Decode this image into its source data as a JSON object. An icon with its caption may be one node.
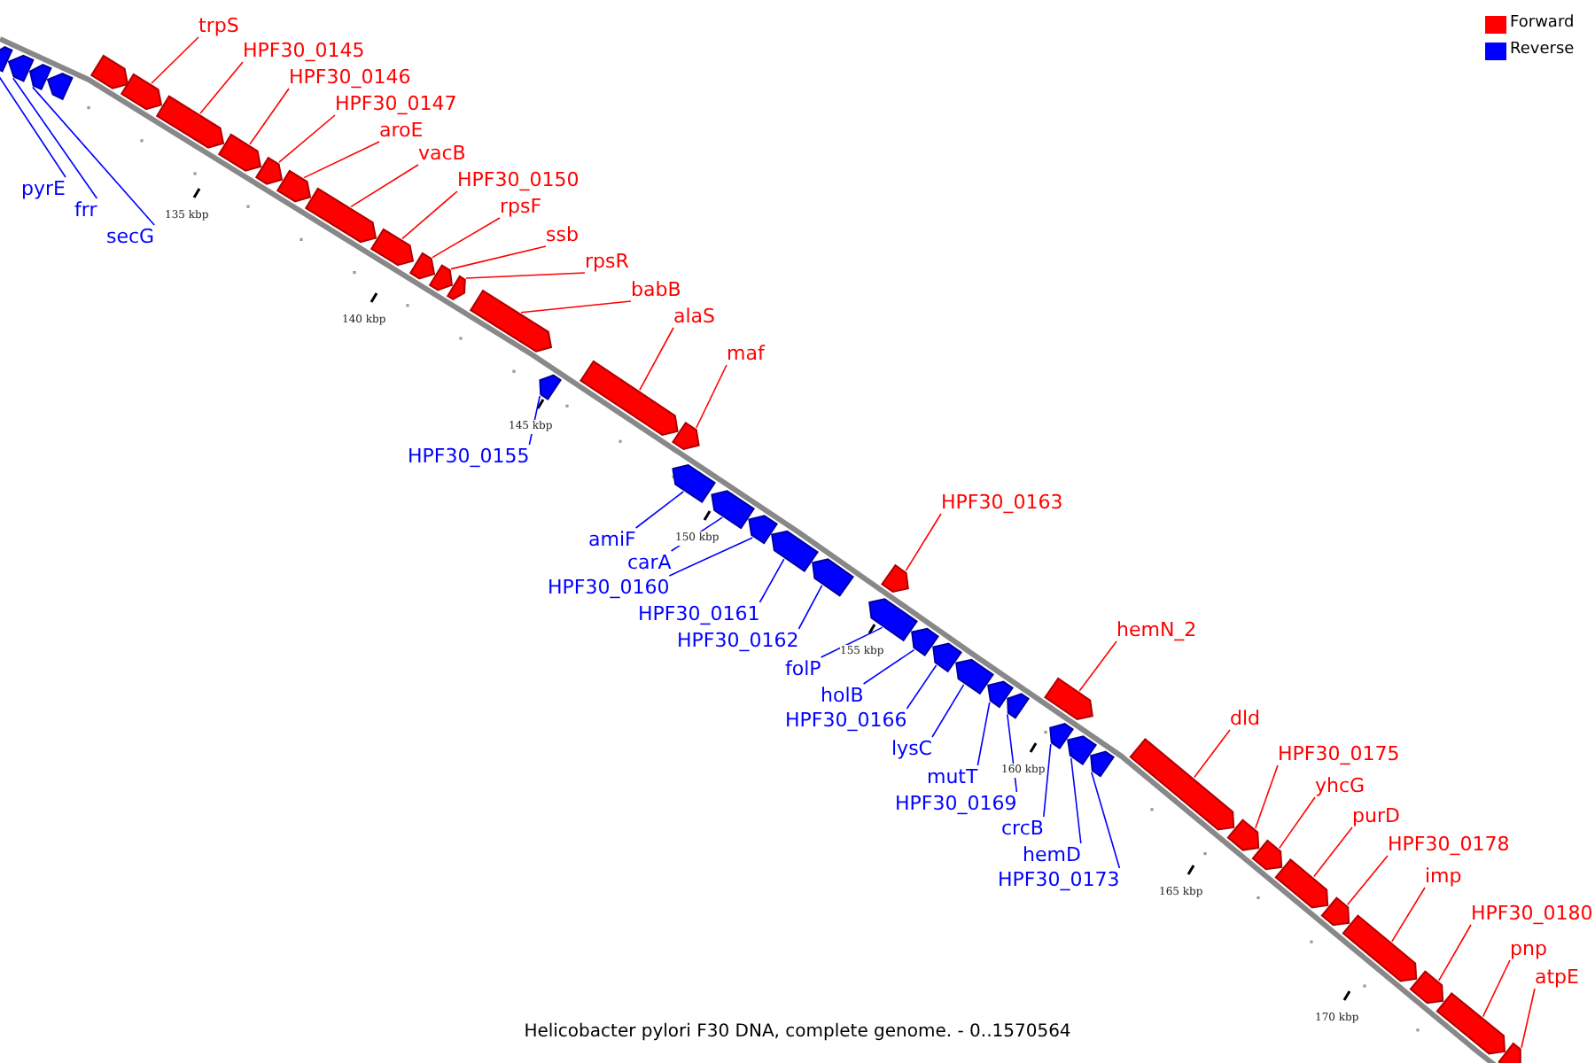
{
  "diagram": {
    "caption": "Helicobacter pylori F30 DNA, complete genome. - 0..1570564",
    "nodes": [
      {
        "text": [
          "pyrE"
        ]
      },
      {
        "text": [],
        "shape": "bar"
      },
      {
        "text": [
          "frr"
        ]
      },
      {
        "text": [],
        "shape": "bar"
      },
      {
        "text": [
          "secG"
        ]
      },
      {
        "text": [],
        "shape": "bar"
      },
      {
        "text": [],
        "shape": "bar"
      },
      {
        "text": [],
        "shape": "bar"
      },
      {
        "text": [
          "trpS"
        ]
      },
      {
        "text": [],
        "shape": "bar"
      },
      {
        "text": [
          "HPF30_0145"
        ]
      },
      {
        "text": [],
        "shape": "bar"
      },
      {
        "text": [
          "HPF30_0146"
        ]
      },
      {
        "text": [],
        "shape": "bar"
      },
      {
        "text": [
          "HPF30_0147"
        ]
      },
      {
        "text": [],
        "shape": "bar"
      },
      {
        "text": [
          "aroE"
        ]
      },
      {
        "text": [],
        "shape": "bar"
      },
      {
        "text": [
          "vacB"
        ]
      },
      {
        "text": [],
        "shape": "bar"
      },
      {
        "text": [
          "HPF30_0150"
        ]
      },
      {
        "text": [],
        "shape": "bar"
      },
      {
        "text": [
          "rpsF"
        ]
      },
      {
        "text": [],
        "shape": "bar"
      },
      {
        "text": [
          "ssb"
        ]
      },
      {
        "text": [],
        "shape": "bar"
      },
      {
        "text": [
          "rpsR"
        ]
      },
      {
        "text": [],
        "shape": "bar"
      },
      {
        "text": [
          "babB"
        ]
      },
      {
        "text": [],
        "shape": "bar"
      },
      {
        "text": [
          "alaS"
        ]
      },
      {
        "text": [],
        "shape": "bar"
      },
      {
        "text": [
          "maf"
        ]
      },
      {
        "text": [],
        "shape": "bar"
      },
      {
        "text": [
          "HPF30_0155"
        ]
      },
      {
        "text": [],
        "shape": "bar"
      },
      {
        "text": [
          "amiF"
        ]
      },
      {
        "text": [],
        "shape": "bar"
      },
      {
        "text": [
          "carA"
        ]
      },
      {
        "text": [],
        "shape": "bar"
      },
      {
        "text": [
          "HPF30_0160"
        ]
      },
      {
        "text": [],
        "shape": "bar"
      },
      {
        "text": [
          "HPF30_0161"
        ]
      },
      {
        "text": [],
        "shape": "bar"
      },
      {
        "text": [
          "HPF30_0162"
        ]
      },
      {
        "text": [],
        "shape": "bar"
      },
      {
        "text": [
          "HPF30_0163"
        ]
      },
      {
        "text": [],
        "shape": "bar"
      },
      {
        "text": [
          "folP"
        ]
      },
      {
        "text": [],
        "shape": "bar"
      },
      {
        "text": [
          "holB"
        ]
      },
      {
        "text": [],
        "shape": "bar"
      },
      {
        "text": [
          "HPF30_0166"
        ]
      },
      {
        "text": [],
        "shape": "bar"
      },
      {
        "text": [
          "lysC"
        ]
      },
      {
        "text": [],
        "shape": "bar"
      },
      {
        "text": [
          "mutT"
        ]
      },
      {
        "text": [],
        "shape": "bar"
      },
      {
        "text": [
          "HPF30_0169"
        ]
      },
      {
        "text": [],
        "shape": "bar"
      },
      {
        "text": [
          "hemN_2"
        ]
      },
      {
        "text": [],
        "shape": "bar"
      },
      {
        "text": [
          "crcB"
        ]
      },
      {
        "text": [],
        "shape": "bar"
      },
      {
        "text": [
          "hemD"
        ]
      },
      {
        "text": [],
        "shape": "bar"
      },
      {
        "text": [
          "HPF30_0173"
        ]
      },
      {
        "text": [],
        "shape": "bar"
      },
      {
        "text": [
          "dld"
        ]
      },
      {
        "text": [],
        "shape": "bar"
      },
      {
        "text": [
          "HPF30_0175"
        ]
      },
      {
        "text": [],
        "shape": "bar"
      },
      {
        "text": [
          "yhcG"
        ]
      },
      {
        "text": [],
        "shape": "bar"
      },
      {
        "text": [
          "purD"
        ]
      },
      {
        "text": [],
        "shape": "bar"
      },
      {
        "text": [
          "HPF30_0178"
        ]
      },
      {
        "text": [],
        "shape": "bar"
      },
      {
        "text": [
          "imp"
        ]
      },
      {
        "text": [],
        "shape": "bar"
      },
      {
        "text": [
          "HPF30_0180"
        ]
      },
      {
        "text": [],
        "shape": "bar"
      },
      {
        "text": [
          "pnp"
        ]
      },
      {
        "text": [],
        "shape": "bar"
      },
      {
        "text": [
          "atpE"
        ]
      },
      {
        "text": [],
        "shape": "bar"
      }
    ],
    "edges": [
      {
        "from": 0,
        "to": 1,
        "arrow": "none",
        "color": "#0000ff"
      },
      {
        "from": 2,
        "to": 3,
        "arrow": "none",
        "color": "#0000ff"
      },
      {
        "from": 4,
        "to": 5,
        "arrow": "none",
        "color": "#0000ff"
      },
      {
        "from": 8,
        "to": 9,
        "arrow": "none"
      },
      {
        "from": 10,
        "to": 11,
        "arrow": "none"
      },
      {
        "from": 12,
        "to": 13,
        "arrow": "none"
      },
      {
        "from": 14,
        "to": 15,
        "arrow": "none"
      },
      {
        "from": 16,
        "to": 17,
        "arrow": "none"
      },
      {
        "from": 18,
        "to": 19,
        "arrow": "none"
      },
      {
        "from": 20,
        "to": 21,
        "arrow": "none"
      },
      {
        "from": 22,
        "to": 23,
        "arrow": "none"
      },
      {
        "from": 24,
        "to": 25,
        "arrow": "none"
      },
      {
        "from": 26,
        "to": 27,
        "arrow": "none"
      },
      {
        "from": 28,
        "to": 29,
        "arrow": "none"
      },
      {
        "from": 30,
        "to": 31,
        "arrow": "none"
      },
      {
        "from": 32,
        "to": 33,
        "arrow": "none"
      },
      {
        "from": 34,
        "to": 35,
        "arrow": "none",
        "color": "#0000ff"
      },
      {
        "from": 36,
        "to": 37,
        "arrow": "none",
        "color": "#0000ff"
      },
      {
        "from": 38,
        "to": 39,
        "arrow": "none",
        "color": "#0000ff"
      },
      {
        "from": 40,
        "to": 41,
        "arrow": "none",
        "color": "#0000ff"
      },
      {
        "from": 42,
        "to": 43,
        "arrow": "none",
        "color": "#0000ff"
      },
      {
        "from": 44,
        "to": 45,
        "arrow": "none",
        "color": "#0000ff"
      },
      {
        "from": 46,
        "to": 47,
        "arrow": "none"
      },
      {
        "from": 48,
        "to": 49,
        "arrow": "none",
        "color": "#0000ff"
      },
      {
        "from": 50,
        "to": 51,
        "arrow": "none",
        "color": "#0000ff"
      },
      {
        "from": 52,
        "to": 53,
        "arrow": "none",
        "color": "#0000ff"
      },
      {
        "from": 54,
        "to": 55,
        "arrow": "none",
        "color": "#0000ff"
      },
      {
        "from": 56,
        "to": 57,
        "arrow": "none",
        "color": "#0000ff"
      },
      {
        "from": 58,
        "to": 59,
        "arrow": "none",
        "color": "#0000ff"
      },
      {
        "from": 60,
        "to": 61,
        "arrow": "none"
      },
      {
        "from": 62,
        "to": 63,
        "arrow": "none",
        "color": "#0000ff"
      },
      {
        "from": 64,
        "to": 65,
        "arrow": "none",
        "color": "#0000ff"
      },
      {
        "from": 66,
        "to": 67,
        "arrow": "none",
        "color": "#0000ff"
      },
      {
        "from": 68,
        "to": 69,
        "arrow": "none"
      },
      {
        "from": 70,
        "to": 71,
        "arrow": "none"
      },
      {
        "from": 72,
        "to": 73,
        "arrow": "none"
      },
      {
        "from": 74,
        "to": 75,
        "arrow": "none"
      },
      {
        "from": 76,
        "to": 77,
        "arrow": "none"
      },
      {
        "from": 78,
        "to": 79,
        "arrow": "none"
      },
      {
        "from": 80,
        "to": 81,
        "arrow": "none"
      },
      {
        "from": 82,
        "to": 83,
        "arrow": "none"
      },
      {
        "from": 84,
        "to": 85,
        "arrow": "none"
      }
    ],
    "labels": [
      "135 kbp",
      "140 kbp",
      "145 kbp",
      "150 kbp",
      "155 kbp",
      "160 kbp",
      "165 kbp",
      "170 kbp"
    ],
    "legend": [
      {
        "text": "Forward",
        "color": "#ff0000"
      },
      {
        "text": "Reverse",
        "color": "#0000ff"
      }
    ]
  }
}
